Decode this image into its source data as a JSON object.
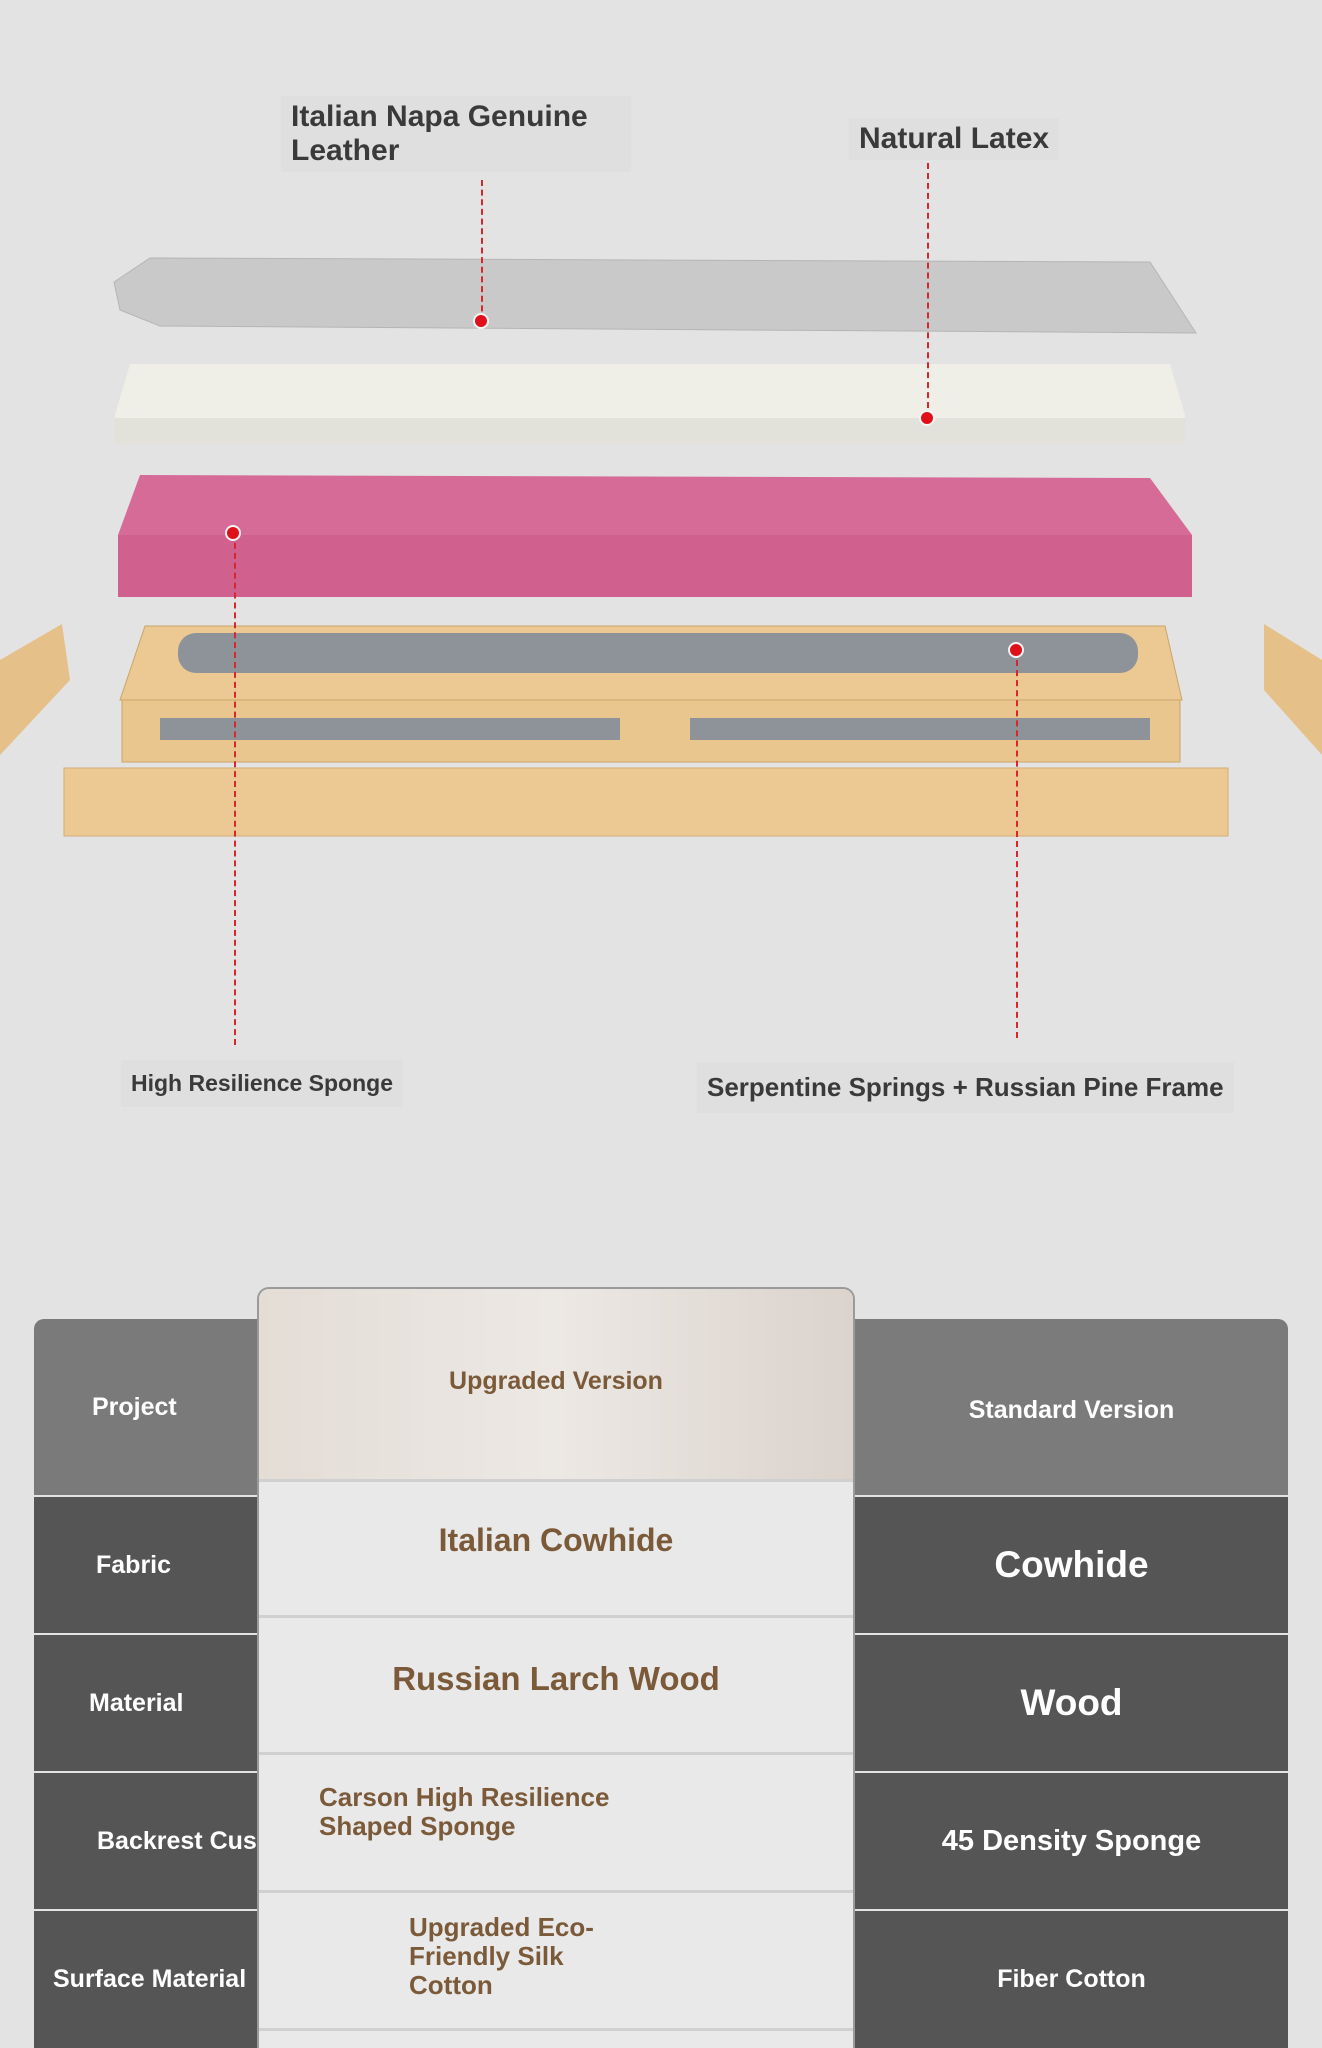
{
  "callouts": {
    "leather": "Italian Napa Genuine Leather",
    "latex": "Natural Latex",
    "sponge": "High Resilience Sponge",
    "frame": "Serpentine Springs + Russian Pine Frame"
  },
  "colors": {
    "dot": "#e0101a",
    "leather": "#c9c9c9",
    "latex": "#efefe8",
    "sponge": "#d0618f",
    "wood": "#ecc992",
    "header": "#7a7a7a",
    "row": "#555555",
    "middle": "#e9e9e9",
    "brown": "#7b5a3a"
  },
  "table": {
    "headers": {
      "project": "Project",
      "upgraded": "Upgraded Version",
      "standard": "Standard Version"
    },
    "rows": [
      {
        "label": "Fabric",
        "upgraded": "Italian Cowhide",
        "standard": "Cowhide"
      },
      {
        "label": "Material",
        "upgraded": "Russian Larch Wood",
        "standard": "Wood"
      },
      {
        "label": "Backrest Cushion",
        "upgraded": "Carson High Resilience Shaped Sponge",
        "standard": "45 Density Sponge"
      },
      {
        "label": "Surface Material",
        "upgraded": "Upgraded Eco-Friendly Silk Cotton",
        "standard": "Fiber Cotton"
      }
    ]
  }
}
